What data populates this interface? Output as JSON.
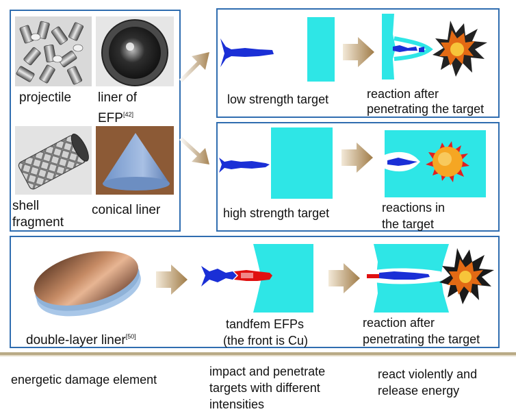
{
  "materials": {
    "projectile": "projectile",
    "liner_of": "liner of",
    "efp": "EFP",
    "efp_ref": "[42]",
    "shell": "shell",
    "fragment": "fragment",
    "conical_liner": "conical liner"
  },
  "low_panel": {
    "target_label": "low strength target",
    "result_line1": "reaction after",
    "result_line2": "penetrating the target"
  },
  "high_panel": {
    "target_label": "high strength target",
    "result_line1": "reactions in",
    "result_line2": "the target"
  },
  "tandem_panel": {
    "liner_label": "double-layer liner",
    "liner_ref": "[50]",
    "efp_line1": "tandfem EFPs",
    "efp_line2": "(the front is Cu)",
    "result_line1": "reaction after",
    "result_line2": "penetrating the target"
  },
  "captions": {
    "left": "energetic damage element",
    "middle_line1": "impact and penetrate",
    "middle_line2": "targets with different",
    "middle_line3": "intensities",
    "right_line1": "react violently and",
    "right_line2": "release energy"
  },
  "colors": {
    "border": "#2f6db0",
    "target": "#2ee6e6",
    "efp_blue": "#1a2fd6",
    "copper_red": "#e01010",
    "arrow": "#b8956a"
  }
}
